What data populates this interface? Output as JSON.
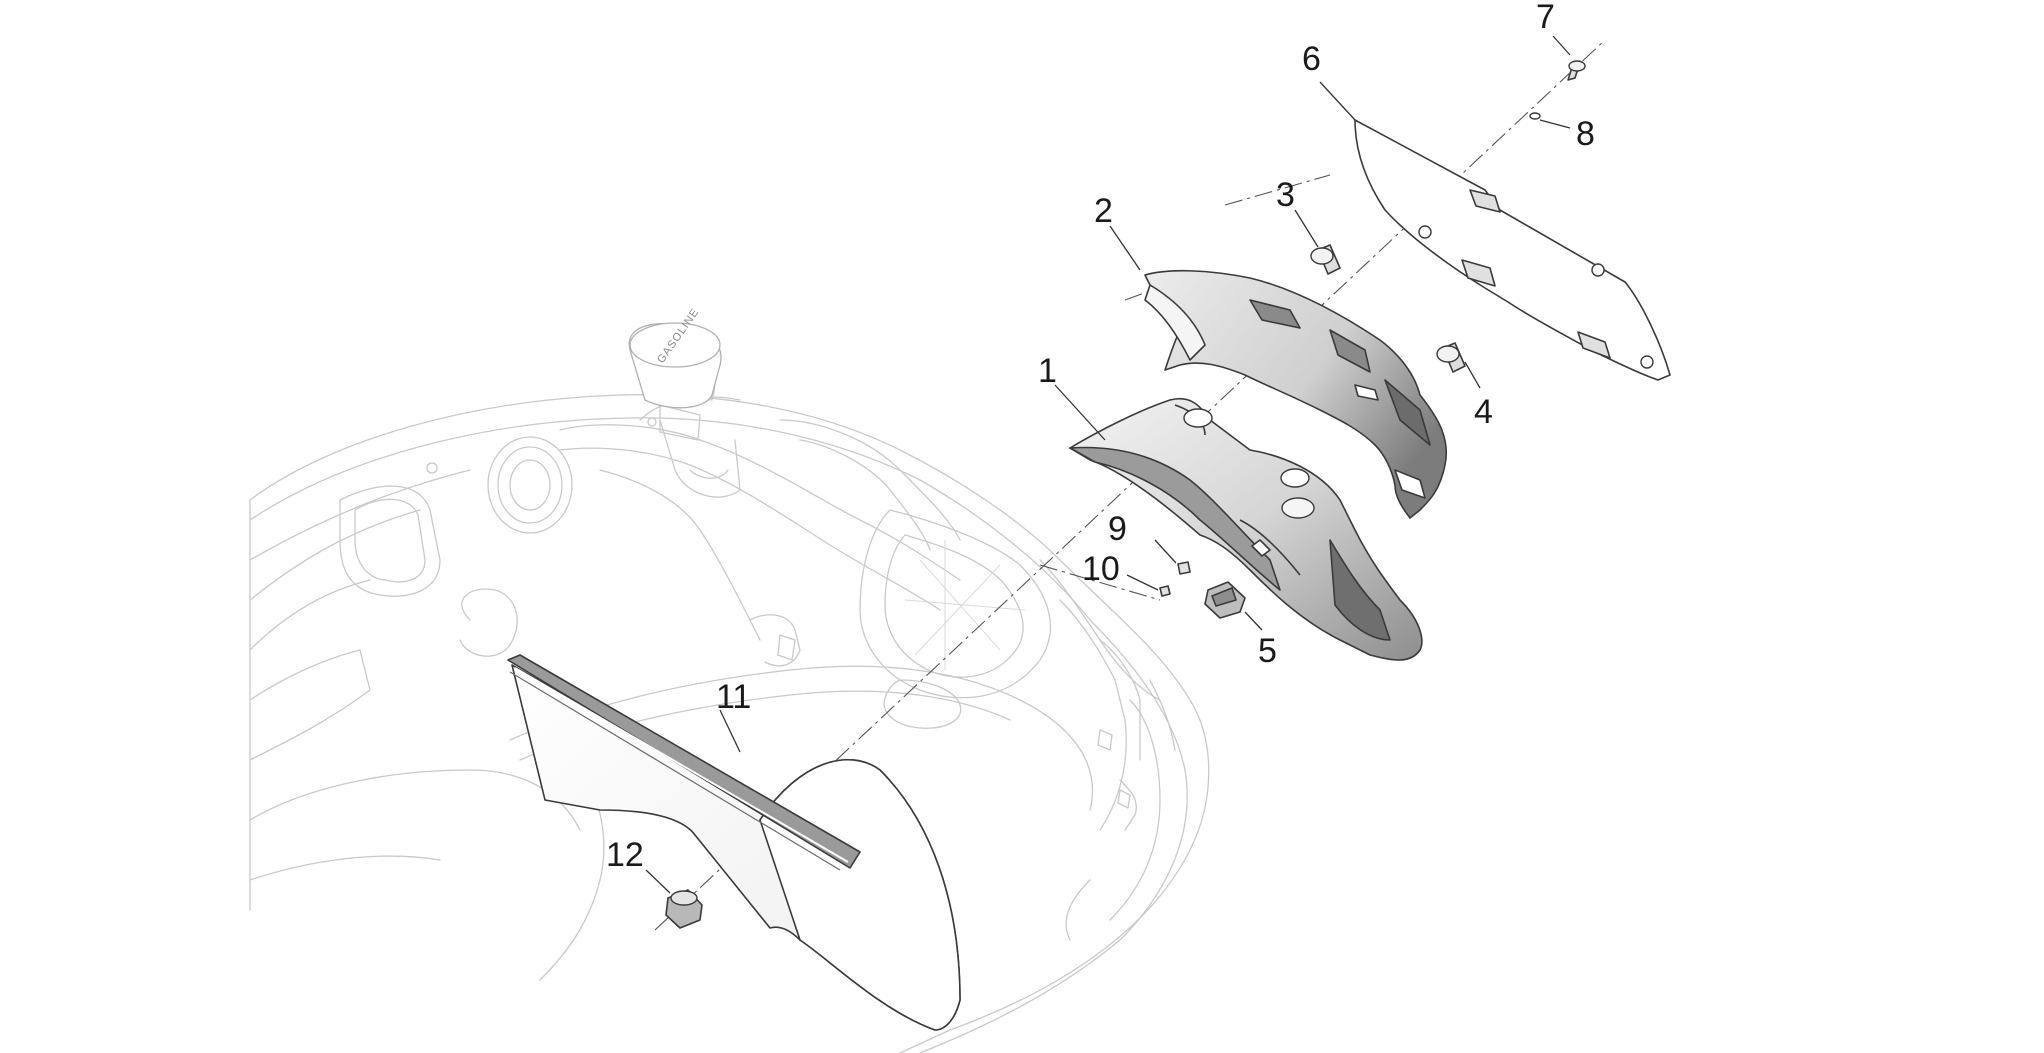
{
  "callouts": [
    {
      "id": "1",
      "label": "1"
    },
    {
      "id": "2",
      "label": "2"
    },
    {
      "id": "3",
      "label": "3"
    },
    {
      "id": "4",
      "label": "4"
    },
    {
      "id": "5",
      "label": "5"
    },
    {
      "id": "6",
      "label": "6"
    },
    {
      "id": "7",
      "label": "7"
    },
    {
      "id": "8",
      "label": "8"
    },
    {
      "id": "9",
      "label": "9"
    },
    {
      "id": "10",
      "label": "10"
    },
    {
      "id": "11",
      "label": "11"
    },
    {
      "id": "12",
      "label": "12"
    }
  ],
  "fuel_cap": {
    "text": "GASOLINE"
  },
  "colors": {
    "outline_light": "#c9c9c9",
    "part_fill_dark": "#8a8a8a",
    "part_fill_light": "#e4e4e4",
    "ink": "#1a1a1a"
  }
}
